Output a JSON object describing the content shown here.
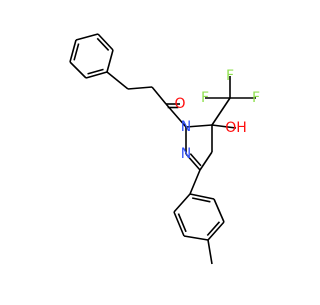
{
  "molecule": {
    "atom_labels": {
      "carbonyl_oxygen": "O",
      "ring_nitrogen_1": "N",
      "ring_nitrogen_2": "N",
      "hydroxyl": "OH",
      "fluorine_top": "F",
      "fluorine_left": "F",
      "fluorine_right": "F"
    },
    "colors": {
      "bond": "#000000",
      "nitrogen": "#3050F8",
      "oxygen": "#FF0D0D",
      "fluorine": "#90E050"
    }
  }
}
